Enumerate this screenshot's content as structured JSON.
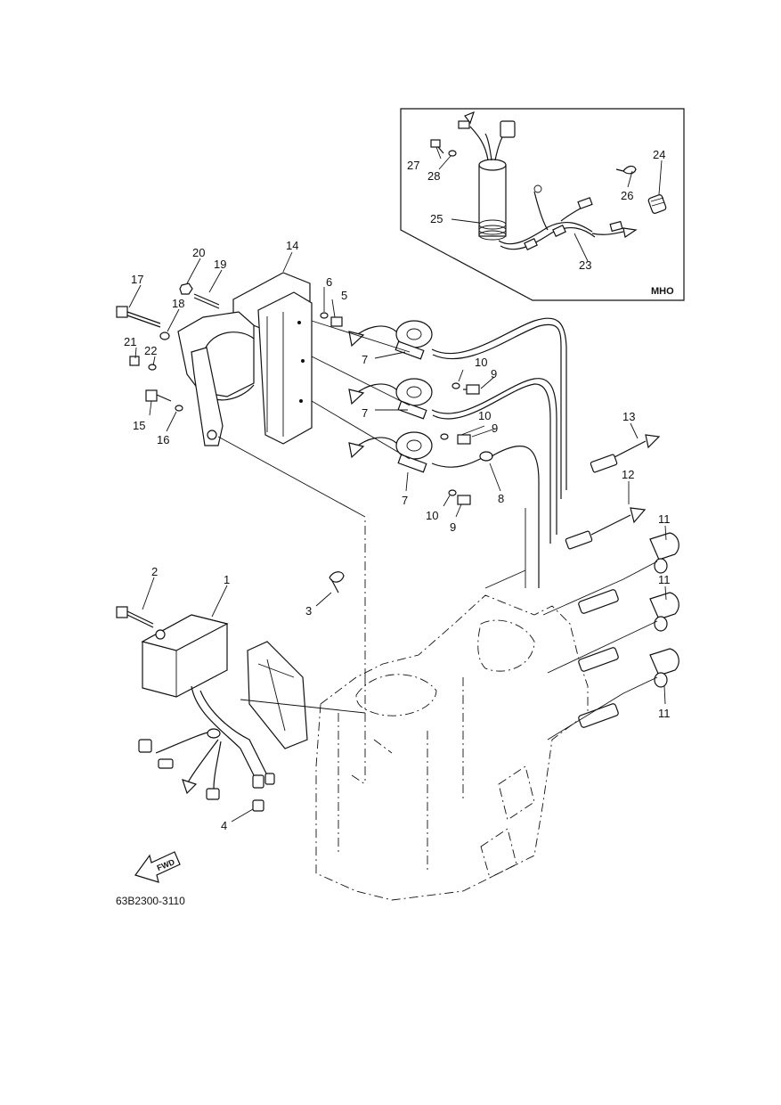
{
  "diagram": {
    "reference_code": "63B2300-3110",
    "inset_label": "MHO",
    "fwd_label": "FWD",
    "part_numbers": {
      "p1": "1",
      "p2": "2",
      "p3": "3",
      "p4": "4",
      "p5": "5",
      "p6": "6",
      "p7a": "7",
      "p7b": "7",
      "p7c": "7",
      "p8": "8",
      "p9a": "9",
      "p9b": "9",
      "p9c": "9",
      "p10a": "10",
      "p10b": "10",
      "p10c": "10",
      "p11a": "11",
      "p11b": "11",
      "p11c": "11",
      "p12": "12",
      "p13": "13",
      "p14": "14",
      "p15": "15",
      "p16": "16",
      "p17": "17",
      "p18": "18",
      "p19": "19",
      "p20": "20",
      "p21": "21",
      "p22": "22",
      "p23": "23",
      "p24": "24",
      "p25": "25",
      "p26": "26",
      "p27": "27",
      "p28": "28"
    }
  }
}
